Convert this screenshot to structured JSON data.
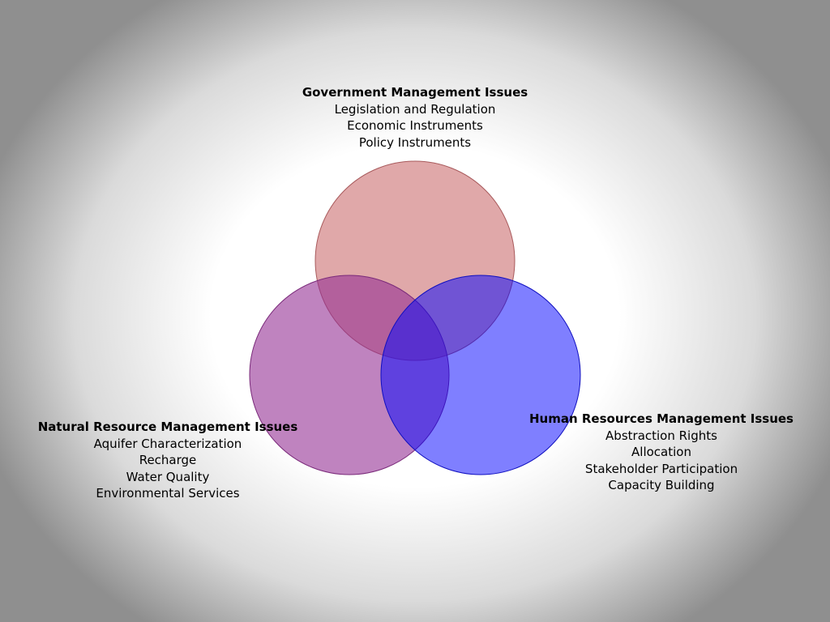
{
  "diagram": {
    "sets": [
      {
        "id": "government",
        "title": "Government Management Issues",
        "items": [
          "Legislation and Regulation",
          "Economic Instruments",
          "Policy Instruments"
        ],
        "color": "#cc6e70"
      },
      {
        "id": "natural",
        "title": "Natural Resource Management Issues",
        "items": [
          "Aquifer Characterization",
          "Recharge",
          "Water Quality",
          "Environmental Services"
        ],
        "color": "#953095"
      },
      {
        "id": "human",
        "title": "Human Resources Management Issues",
        "items": [
          "Abstraction Rights",
          "Allocation",
          "Stakeholder Participation",
          "Capacity Building"
        ],
        "color": "#0000ff"
      }
    ]
  }
}
